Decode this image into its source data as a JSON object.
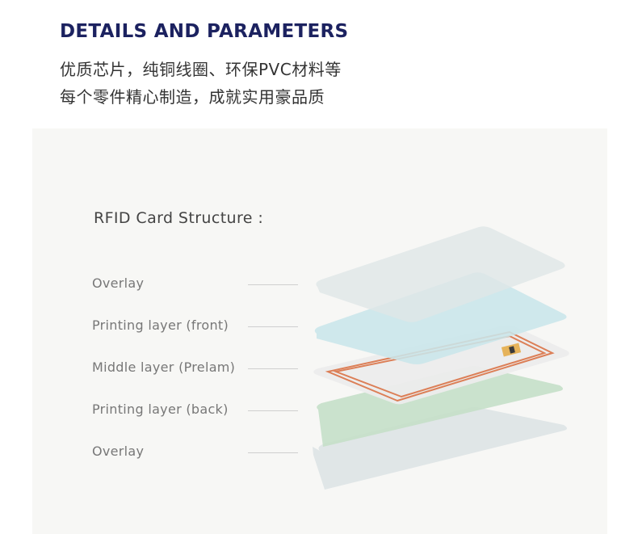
{
  "header": {
    "title": "DETAILS AND PARAMETERS",
    "line1": "优质芯片，纯铜线圈、环保PVC材料等",
    "line2": "每个零件精心制造，成就实用豪品质"
  },
  "diagram": {
    "title": "RFID Card Structure :",
    "layers": [
      {
        "label": "Overlay",
        "color": "#dfe6e7"
      },
      {
        "label": "Printing layer (front)",
        "color": "#c9e6ea"
      },
      {
        "label": "Middle layer (Prelam)",
        "color": "#ececec"
      },
      {
        "label": "Printing layer (back)",
        "color": "#c5e0c9"
      },
      {
        "label": "Overlay",
        "color": "#dde3e6"
      }
    ],
    "coil_color": "#dc7f57",
    "chip_color": "#3a3a3a",
    "chip_pad_color": "#e6b35a"
  }
}
